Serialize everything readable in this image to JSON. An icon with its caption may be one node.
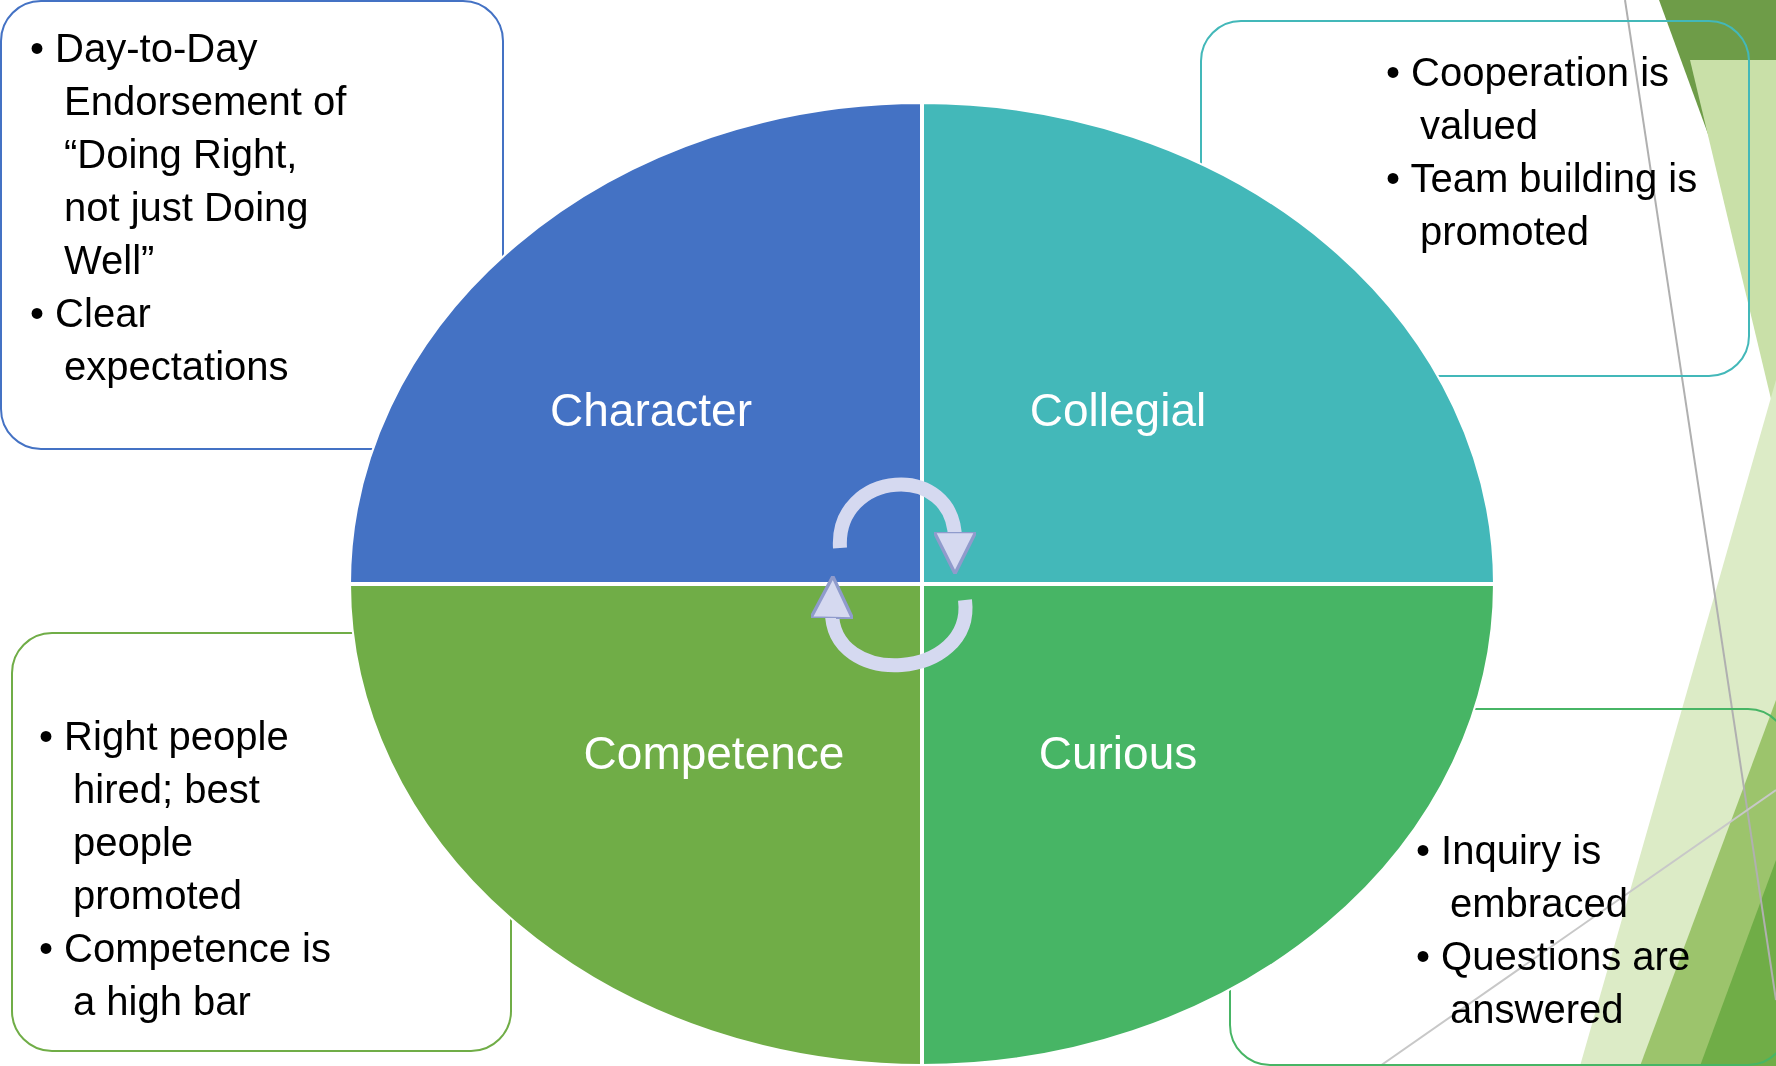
{
  "diagram": {
    "nodes": [
      {
        "text": [
          "• Day-to-Day Endorsement of “Doing Right, not just Doing Well”",
          "• Clear expectations"
        ]
      },
      {
        "text": [
          "Character"
        ]
      },
      {
        "text": [
          "Collegial"
        ]
      },
      {
        "text": [
          "• Cooperation is valued",
          "• Team building is promoted"
        ]
      },
      {
        "text": [
          "• Right people hired; best people promoted",
          "• Competence is a high bar"
        ]
      },
      {
        "text": [
          "Competence"
        ]
      },
      {
        "text": [
          "Curious"
        ]
      },
      {
        "text": [
          "• Inquiry is embraced",
          "• Questions are answered"
        ]
      }
    ],
    "edges": [
      {
        "from": 1,
        "to": 2,
        "arrow": "to"
      },
      {
        "from": 6,
        "to": 5,
        "arrow": "to"
      }
    ]
  }
}
